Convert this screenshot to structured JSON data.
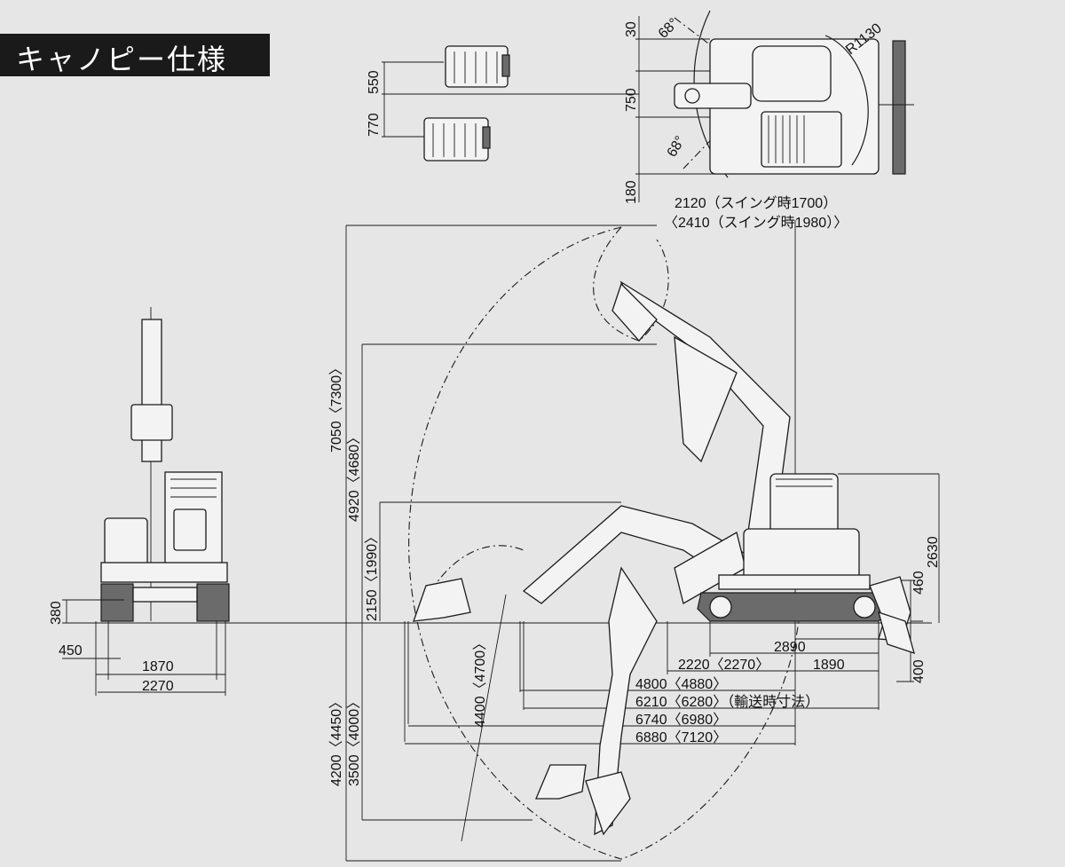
{
  "title": "キャノピー仕様",
  "top_view": {
    "d30": "30",
    "d550": "550",
    "d750": "750",
    "d770": "770",
    "d180": "180",
    "angle_top": "68°",
    "angle_bottom": "68°",
    "radius": "R1130",
    "swing_w1": "2120（スイング時1700）",
    "swing_w2": "〈2410（スイング時1980）〉"
  },
  "front_view": {
    "d380": "380",
    "d450": "450",
    "d1870": "1870",
    "d2270": "2270"
  },
  "side_view": {
    "h7050": "7050〈7300〉",
    "h4920": "4920〈4680〉",
    "h2150": "2150〈1990〉",
    "h4200": "4200〈4450〉",
    "h3500": "3500〈4000〉",
    "d4400": "4400〈4700〉",
    "h2630": "2630",
    "h460": "460",
    "h400": "400",
    "d2890": "2890",
    "d2220": "2220〈2270〉",
    "d1890": "1890",
    "d4800": "4800〈4880〉",
    "d6210": "6210〈6280〉（輸送時寸法）",
    "d6740": "6740〈6980〉",
    "d6880": "6880〈7120〉"
  }
}
